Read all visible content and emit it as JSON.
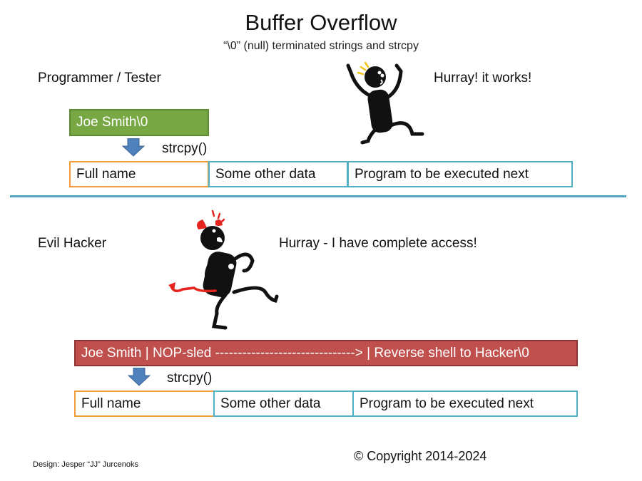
{
  "title": "Buffer Overflow",
  "subtitle": "“\\0” (null) terminated strings and strcpy",
  "top": {
    "role": "Programmer / Tester",
    "exclaim": "Hurray!  it works!",
    "input": "Joe Smith\\0",
    "op": "strcpy()",
    "memory": [
      "Full name",
      "Some other data",
      "Program to be executed next"
    ]
  },
  "bottom": {
    "role": "Evil Hacker",
    "exclaim": "Hurray - I have complete access!",
    "input": "Joe Smith | NOP-sled -------------------------------> | Reverse shell to Hacker\\0",
    "op": "strcpy()",
    "memory": [
      "Full name",
      "Some other data",
      "Program to be executed next"
    ]
  },
  "credit": "Design: Jesper “JJ” Jurcenoks",
  "copyright": "© Copyright 2014-2024",
  "colors": {
    "orange": "#f39c3a",
    "teal": "#4fb0c6",
    "green": "#77a844",
    "red": "#c0504d",
    "arrow": "#4f81bd",
    "divider": "#4fa4c4"
  }
}
